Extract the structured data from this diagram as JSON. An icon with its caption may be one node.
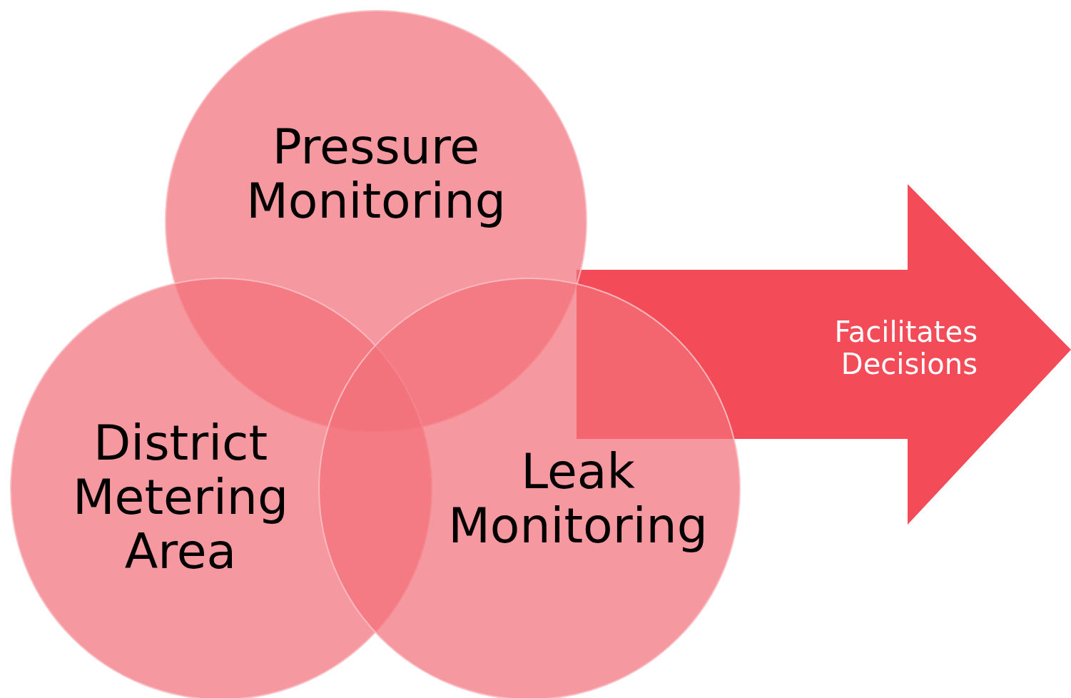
{
  "diagram": {
    "nodes": [
      {
        "text": [
          "Pressure Monitoring"
        ]
      },
      {
        "text": [
          "District Metering Area"
        ]
      },
      {
        "text": [
          "Leak Monitoring"
        ]
      },
      {
        "text": [
          "Facilitates Decisions"
        ]
      }
    ]
  }
}
